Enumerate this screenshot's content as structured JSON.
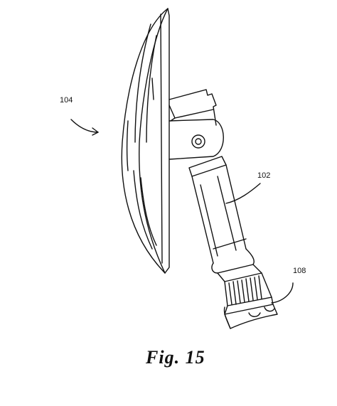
{
  "figure": {
    "caption": "Fig. 15",
    "labels": {
      "ref_104": "104",
      "ref_102": "102",
      "ref_108": "108"
    },
    "colors": {
      "line": "#111111",
      "background": "#ffffff"
    }
  }
}
